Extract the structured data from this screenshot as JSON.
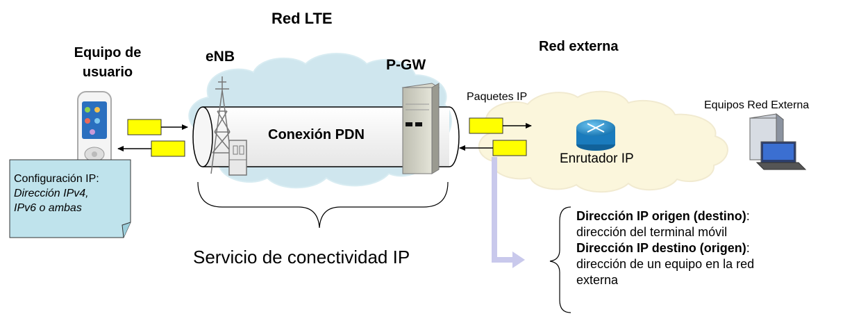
{
  "title": "Red LTE",
  "user_equipment": {
    "line1": "Equipo de",
    "line2": "usuario"
  },
  "enb": "eNB",
  "pgw": "P-GW",
  "external_network": "Red externa",
  "external_equipment": "Equipos Red Externa",
  "ip_packets": "Paquetes IP",
  "pdn_connection": "Conexión PDN",
  "router": "Enrutador IP",
  "ip_service": "Servicio de conectividad IP",
  "ip_config": {
    "heading": "Configuración IP:",
    "line1": "Dirección IPv4,",
    "line2": "IPv6 o ambas"
  },
  "addresses": {
    "src_heading": "Dirección IP origen (destino)",
    "src_colon": ":",
    "src_desc": "dirección del terminal móvil",
    "dst_heading": "Dirección IP destino (origen)",
    "dst_colon": ":",
    "dst_desc_1": "dirección de un equipo en la red",
    "dst_desc_2": "externa"
  },
  "colors": {
    "cloud_lte": "#cfe6ee",
    "cloud_ext": "#fbf6dc",
    "packet": "#ffff00",
    "note_bg": "#bfe3ec",
    "arrow_light": "#c9c9ec",
    "router": "#1f8ccf"
  }
}
